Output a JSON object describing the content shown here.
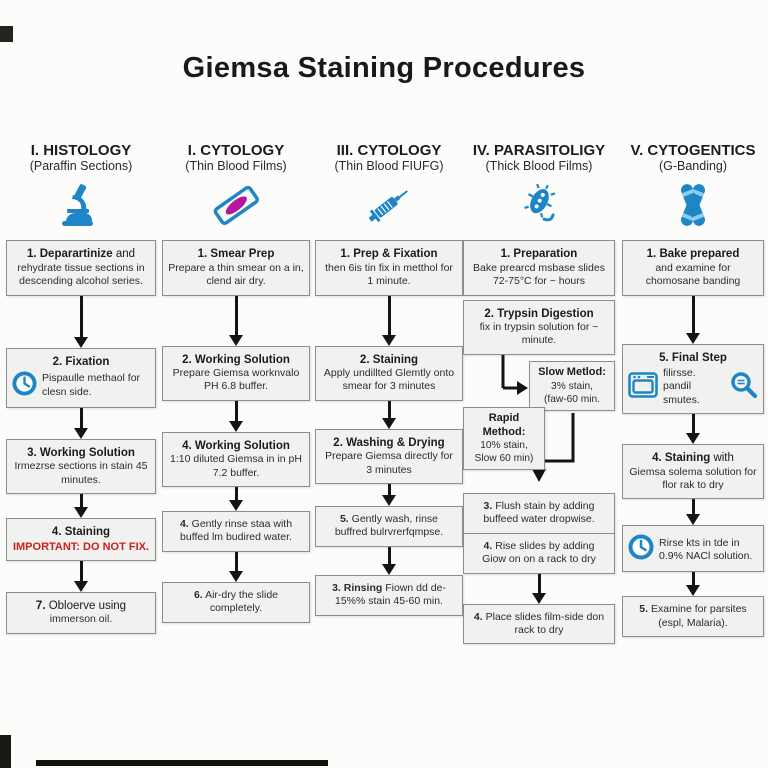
{
  "title": "Giemsa Staining Procedures",
  "colors": {
    "accent_blue": "#1e86c6",
    "smear_magenta": "#b5179e",
    "warning_red": "#cc1f1f",
    "arrow_black": "#141414",
    "box_fill": "#f1f1ef",
    "box_border": "#8d8d8d"
  },
  "columns": [
    {
      "heading": "I. HISTOLOGY",
      "subheading": "(Paraffin Sections)",
      "icon": "microscope-icon",
      "steps": {
        "s1": {
          "head": "1. Deparartinize",
          "tail": " and",
          "body": "rehydrate tissue sections in descending alcohol series."
        },
        "s2": {
          "head": "2. Fixation",
          "body": "Pispaulle methaol for clesn side.",
          "icon": "clock-icon"
        },
        "s3": {
          "head": "3. Working Solution",
          "body": "Irmezrse sections in stain 45 minutes."
        },
        "s4": {
          "head": "4. Staining",
          "warning": "IMPORTANT: DO NOT FIX."
        },
        "s5": {
          "head": "7.",
          "tail": "  Obloerve using",
          "body": "immerson oil."
        }
      }
    },
    {
      "heading": "I. CYTOLOGY",
      "subheading": "(Thin Blood Films)",
      "icon": "slide-smear-icon",
      "steps": {
        "s1": {
          "head": "1. Smear Prep",
          "body": "Prepare a thin smear on a in, clend air dry."
        },
        "s2": {
          "head": "2. Working Solution",
          "body": "Prepare Giemsa worknvalo PH 6.8 buffer."
        },
        "s3": {
          "head": "4. Working Solution",
          "body": "1:10 diluted Giemsa in in pH 7.2 buffer."
        },
        "s4": {
          "head": "4.",
          "tail": " Gently rinse staa with",
          "body": "buffed lm budired water."
        },
        "s5": {
          "head": "6.",
          "tail": "  Air-dry the slide",
          "body": "completely."
        }
      }
    },
    {
      "heading": "III. CYTOLOGY",
      "subheading": "(Thin Blood FIUFG)",
      "icon": "syringe-icon",
      "steps": {
        "s1": {
          "head": "1. Prep & Fixation",
          "body": "then 6is tin fix in metthol for 1 minute."
        },
        "s2": {
          "head": "2. Staining",
          "body": "Apply undillted Glemtly onto smear for 3 minutes"
        },
        "s3": {
          "head": "2. Washing & Drying",
          "body": "Prepare Giemsa directly for 3 minutes"
        },
        "s4": {
          "head": "5.",
          "tail": " Gently wash, rinse",
          "body": "buffred bulrvrerfqmpse."
        },
        "s5": {
          "head": "3. Rinsing",
          "tail": "  Fiown dd de-",
          "body": "15%% stain 45-60 min."
        }
      }
    },
    {
      "heading": "IV. PARASITOLIGY",
      "subheading": "(Thick Blood Films)",
      "icon": "parasite-icon",
      "steps": {
        "s1": {
          "head": "1. Preparation",
          "body": "Bake prearcd msbase slides 72-75°C for ~ hours"
        },
        "s2": {
          "head": "2. Trypsin Digestion",
          "body": "fix in trypsin solution for ~ minute."
        },
        "slow": {
          "head": "Slow Metlod:",
          "line1": "3% stain,",
          "line2": "(faw-60 min."
        },
        "rapid": {
          "head": "Rapid Method:",
          "line1": "10% stain,",
          "line2": "Slow 60 min)"
        },
        "s3": {
          "head": "3.",
          "tail": "  Flush stain by adding",
          "body": "buffeed water dropwise."
        },
        "s4": {
          "head": "4.",
          "tail": " Rise slides by adding",
          "body": "Giow on on a rack to dry"
        },
        "s5": {
          "head": "4.",
          "tail": " Place slides film-side don",
          "body": "rack to dry"
        }
      }
    },
    {
      "heading": "V. CYTOGENTICS",
      "subheading": "(G-Banding)",
      "icon": "chromosome-icon",
      "steps": {
        "s1": {
          "head": "1. Bake prepared",
          "body": "and examine for chomosane banding"
        },
        "s2": {
          "head": "5. Final Step",
          "body": "filirsse. pandil smutes.",
          "icon_left": "oven-icon",
          "icon_right": "magnifier-icon"
        },
        "s3": {
          "head": "4. Staining",
          "tail": " with",
          "body": "Giemsa solema solution for flor rak to dry"
        },
        "s4": {
          "body": "Rirse kts in tde in 0.9% NACl solution.",
          "icon": "clock-icon"
        },
        "s5": {
          "head": "5.",
          "tail": " Examine for parsites",
          "body": "(espl, Malaria)."
        }
      }
    }
  ]
}
